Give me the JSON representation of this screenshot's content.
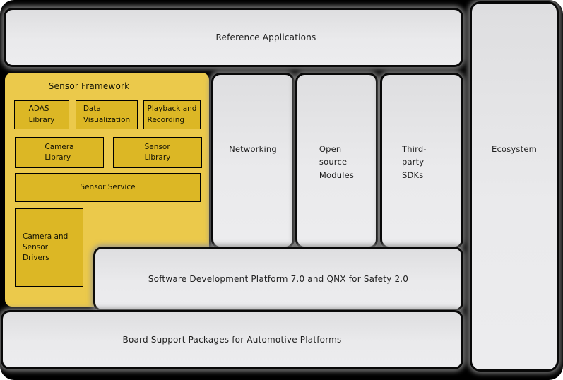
{
  "diagram": {
    "kind": "software-architecture-block-diagram",
    "colors": {
      "canvas_background": "#000000",
      "page_background": "#ffffff",
      "gray_box_fill": "#e6e6e8",
      "gray_box_glow": "#949494",
      "yellow_container_fill": "#ebc94b",
      "yellow_box_fill": "#dcb725",
      "yellow_box_border": "#000000",
      "text_color": "#1f1f1f"
    },
    "blocks": {
      "reference_applications": {
        "label": "Reference Applications"
      },
      "ecosystem": {
        "label": "Ecosystem"
      },
      "networking": {
        "label": "Networking"
      },
      "open_source_modules": {
        "label": "Open\nsource\nModules"
      },
      "third_party_sdks": {
        "label": "Third-party\nSDKs"
      },
      "software_platform": {
        "label": "Software Development Platform 7.0 and QNX for Safety 2.0"
      },
      "board_support": {
        "label": "Board Support Packages for Automotive Platforms"
      },
      "sensor_framework": {
        "title": "Sensor Framework",
        "children": {
          "adas_library": {
            "label": "ADAS\nLibrary"
          },
          "data_visualization": {
            "label": "Data\nVisualization"
          },
          "playback_recording": {
            "label": "Playback and\nRecording"
          },
          "camera_library": {
            "label": "Camera\nLibrary"
          },
          "sensor_library": {
            "label": "Sensor\nLibrary"
          },
          "sensor_service": {
            "label": "Sensor Service"
          },
          "camera_sensor_drivers": {
            "label": "Camera and\nSensor\nDrivers"
          }
        }
      }
    }
  }
}
